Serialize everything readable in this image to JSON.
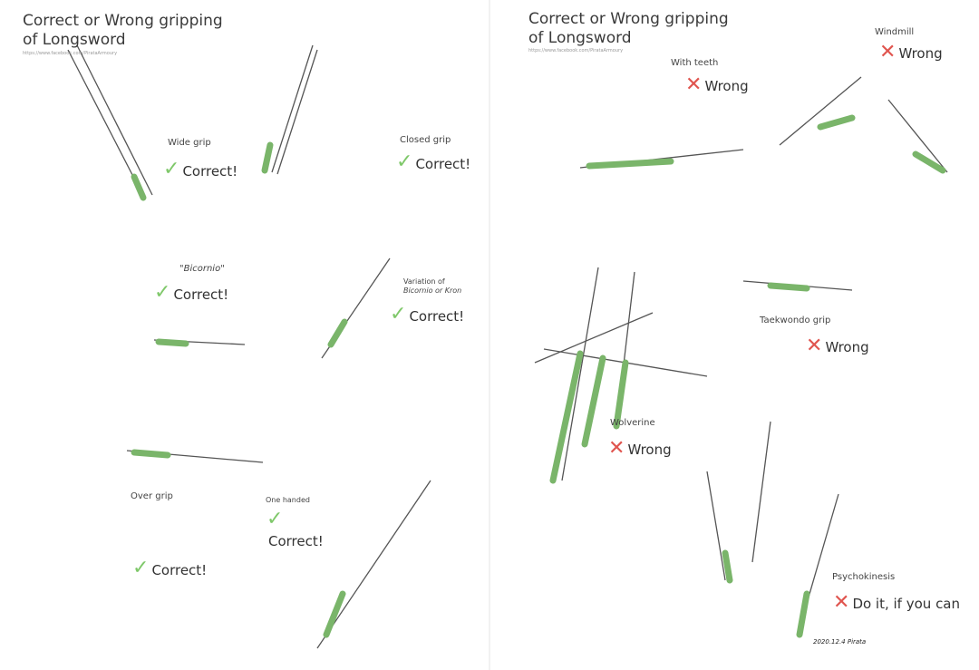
{
  "left": {
    "title_line1": "Correct or Wrong gripping",
    "title_line2": "of Longsword",
    "url": "https://www.facebook.com/PirataArmoury",
    "items": [
      {
        "label": "Wide grip",
        "verdict": "Correct!"
      },
      {
        "label": "Closed grip",
        "verdict": "Correct!"
      },
      {
        "label": "\"Bicornio\"",
        "verdict": "Correct!"
      },
      {
        "label_line1": "Variation of",
        "label_line2": "Bicornio or Kron",
        "verdict": "Correct!"
      },
      {
        "label": "Over grip",
        "verdict": "Correct!"
      },
      {
        "label": "One handed",
        "verdict": "Correct!"
      }
    ]
  },
  "right": {
    "title_line1": "Correct or Wrong gripping",
    "title_line2": "of Longsword",
    "url": "https://www.facebook.com/PirataArmoury",
    "items": [
      {
        "label": "Windmill",
        "verdict": "Wrong"
      },
      {
        "label": "With teeth",
        "verdict": "Wrong"
      },
      {
        "label": "Taekwondo grip",
        "verdict": "Wrong"
      },
      {
        "label": "Wolverine",
        "verdict": "Wrong"
      },
      {
        "label": "Psychokinesis",
        "verdict": "Do it, if you can"
      }
    ],
    "signature": "2020.12.4 Pirata"
  },
  "colors": {
    "grip": "#9be88a",
    "check": "#7fc86a",
    "cross": "#e0554f"
  },
  "icons": {
    "correct": "check-icon",
    "wrong": "cross-icon"
  }
}
